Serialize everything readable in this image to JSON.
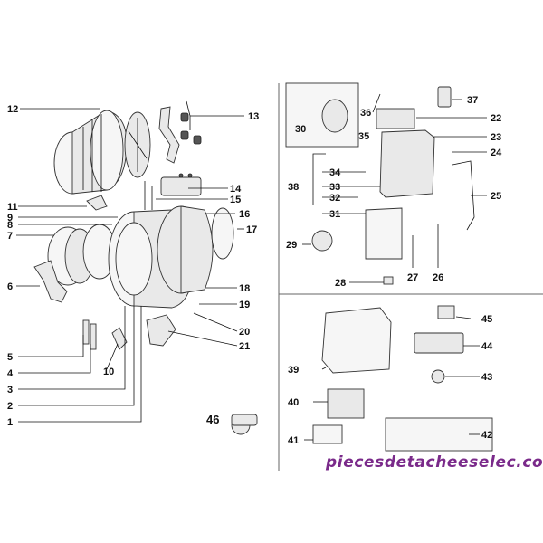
{
  "callouts": [
    "1",
    "2",
    "3",
    "4",
    "5",
    "6",
    "7",
    "8",
    "9",
    "10",
    "11",
    "12",
    "13",
    "14",
    "15",
    "16",
    "17",
    "18",
    "19",
    "20",
    "21",
    "22",
    "23",
    "24",
    "25",
    "26",
    "27",
    "28",
    "29",
    "30",
    "31",
    "32",
    "33",
    "34",
    "35",
    "36",
    "37",
    "38",
    "39",
    "40",
    "41",
    "42",
    "43",
    "44",
    "45",
    "46"
  ],
  "watermark": "piecesdetacheeselec.com"
}
